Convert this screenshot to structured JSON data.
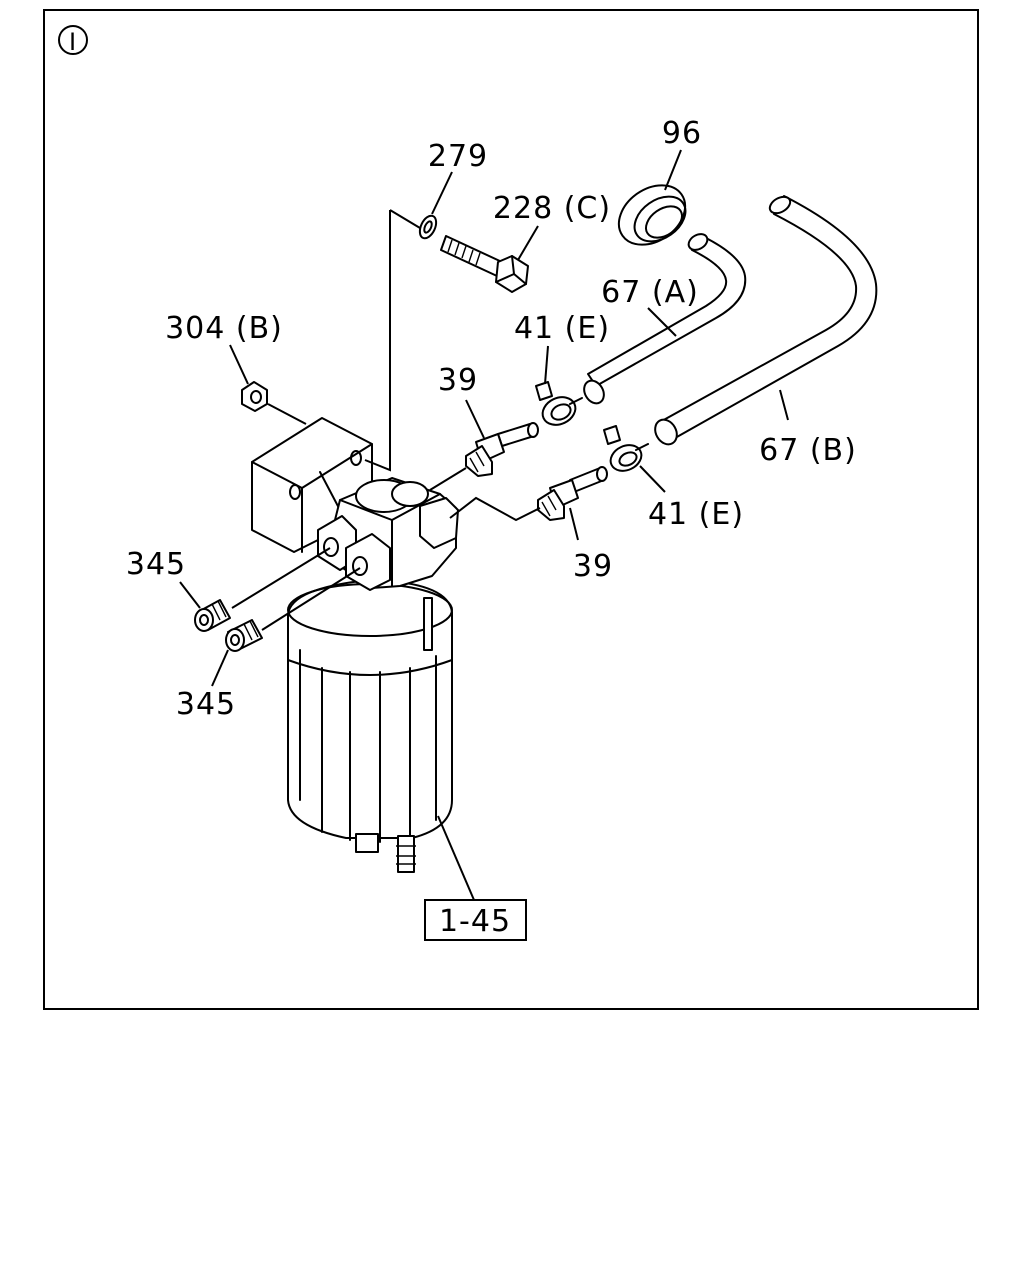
{
  "frame": {
    "view_marker": "I"
  },
  "labels": {
    "ring_96": "96",
    "washer_279": "279",
    "bolt_228": "228 (C)",
    "hose_67a": "67 (A)",
    "nut_304": "304 (B)",
    "clip_41_upper": "41 (E)",
    "fitting_39_upper": "39",
    "hose_67b": "67 (B)",
    "clip_41_lower": "41 (E)",
    "fitting_39_lower": "39",
    "plug_345_upper": "345",
    "plug_345_lower": "345",
    "filter_assembly": "1-45"
  }
}
